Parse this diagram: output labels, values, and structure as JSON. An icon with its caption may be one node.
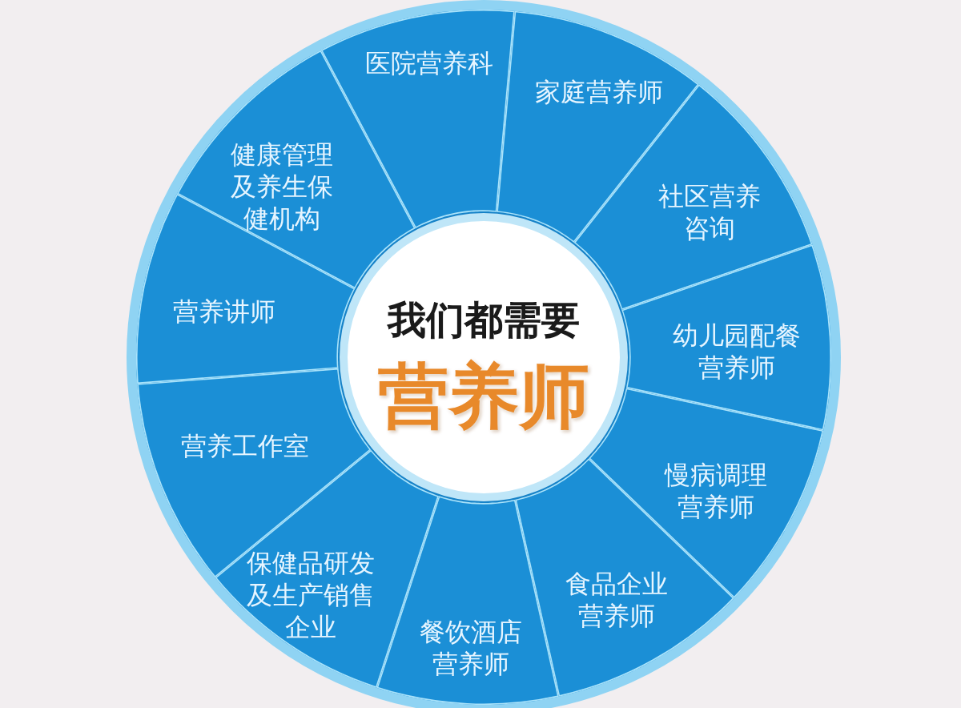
{
  "diagram": {
    "nodes": [
      {
        "text": [
          "我们都需要",
          "营养师"
        ]
      },
      {
        "text": [
          "医院营养科"
        ]
      },
      {
        "text": [
          "家庭营养师"
        ]
      },
      {
        "text": [
          "社区营养咨询"
        ]
      },
      {
        "text": [
          "幼儿园配餐营养师"
        ]
      },
      {
        "text": [
          "慢病调理营养师"
        ]
      },
      {
        "text": [
          "食品企业营养师"
        ]
      },
      {
        "text": [
          "餐饮酒店营养师"
        ]
      },
      {
        "text": [
          "保健品研发及生产销售企业"
        ]
      },
      {
        "text": [
          "营养工作室"
        ]
      },
      {
        "text": [
          "营养讲师"
        ]
      },
      {
        "text": [
          "健康管理及养生保健机构"
        ]
      }
    ]
  }
}
